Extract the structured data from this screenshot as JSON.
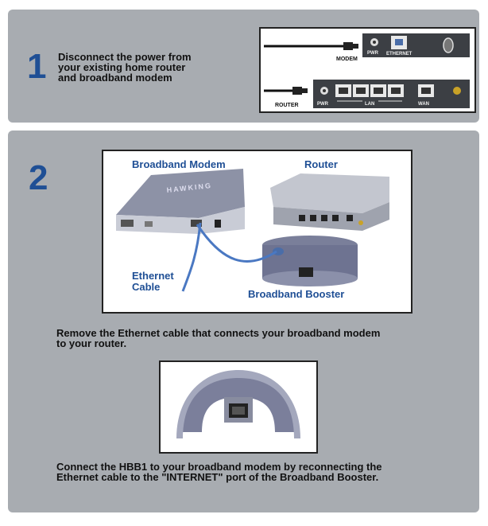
{
  "step1": {
    "number": "1",
    "text": "Disconnect the power from\nyour existing home router\nand broadband modem",
    "modem_label": "MODEM",
    "router_label": "ROUTER",
    "modem_ports": {
      "pwr": "PWR",
      "ethernet": "ETHERNET"
    },
    "router_ports": {
      "pwr": "PWR",
      "lan": "LAN",
      "wan": "WAN"
    }
  },
  "step2": {
    "number": "2",
    "photo_labels": {
      "modem": "Broadband Modem",
      "router": "Router",
      "cable": "Ethernet\nCable",
      "booster": "Broadband Booster"
    },
    "device_logo": "HAWKING",
    "text_remove": "Remove the Ethernet cable that connects your broadband modem\nto your router.",
    "internet_port_label": "INTERNET",
    "text_connect": "Connect the HBB1 to your broadband modem by reconnecting the\nEthernet cable to the \"INTERNET\" port of the Broadband Booster."
  }
}
